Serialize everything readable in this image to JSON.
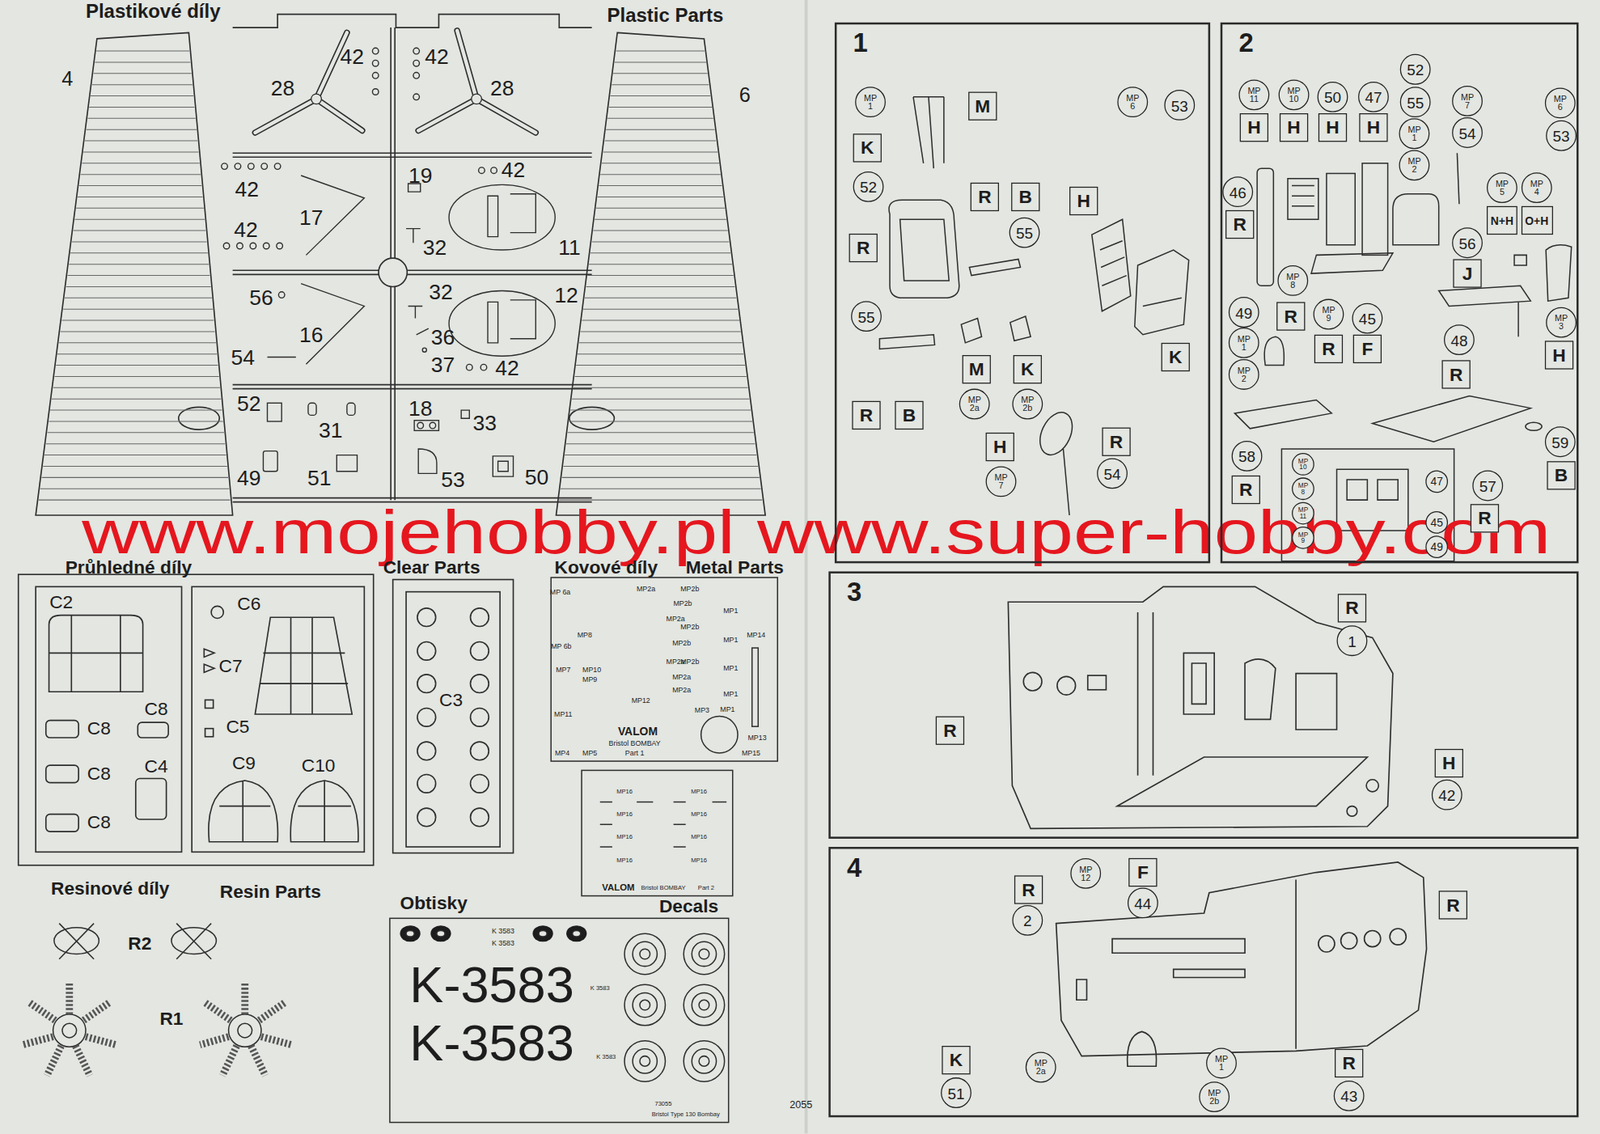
{
  "diagram": {
    "nodes": [
      {
        "text": [
          "1"
        ]
      },
      {
        "text": [
          "MP 1"
        ],
        "in": 0
      },
      {
        "text": [
          "M"
        ],
        "in": 0
      },
      {
        "text": [
          "K"
        ],
        "in": 0
      },
      {
        "text": [
          "52"
        ],
        "in": 0
      },
      {
        "text": [
          "R"
        ],
        "in": 0
      },
      {
        "text": [
          "R"
        ],
        "in": 0
      },
      {
        "text": [
          "B"
        ],
        "in": 0
      },
      {
        "text": [
          "55"
        ],
        "in": 0
      },
      {
        "text": [
          "H"
        ],
        "in": 0
      },
      {
        "text": [
          "MP 6"
        ],
        "in": 0
      },
      {
        "text": [
          "53"
        ],
        "in": 0
      },
      {
        "text": [
          "55"
        ],
        "in": 0
      },
      {
        "text": [
          "M"
        ],
        "in": 0
      },
      {
        "text": [
          "K"
        ],
        "in": 0
      },
      {
        "text": [
          "MP 2a"
        ],
        "in": 0
      },
      {
        "text": [
          "MP 2b"
        ],
        "in": 0
      },
      {
        "text": [
          "K"
        ],
        "in": 0
      },
      {
        "text": [
          "R"
        ],
        "in": 0
      },
      {
        "text": [
          "B"
        ],
        "in": 0
      },
      {
        "text": [
          "H"
        ],
        "in": 0
      },
      {
        "text": [
          "R"
        ],
        "in": 0
      },
      {
        "text": [
          "MP 7"
        ],
        "in": 0
      },
      {
        "text": [
          "54"
        ],
        "in": 0
      },
      {
        "text": [
          "2"
        ]
      },
      {
        "text": [
          "MP 11"
        ],
        "in": 24
      },
      {
        "text": [
          "MP 10"
        ],
        "in": 24
      },
      {
        "text": [
          "50"
        ],
        "in": 24
      },
      {
        "text": [
          "47"
        ],
        "in": 24
      },
      {
        "text": [
          "52"
        ],
        "in": 24
      },
      {
        "text": [
          "55"
        ],
        "in": 24
      },
      {
        "text": [
          "MP 1"
        ],
        "in": 24
      },
      {
        "text": [
          "MP 2"
        ],
        "in": 24
      },
      {
        "text": [
          "MP 7"
        ],
        "in": 24
      },
      {
        "text": [
          "54"
        ],
        "in": 24
      },
      {
        "text": [
          "MP 6"
        ],
        "in": 24
      },
      {
        "text": [
          "53"
        ],
        "in": 24
      },
      {
        "text": [
          "H"
        ],
        "in": 24
      },
      {
        "text": [
          "H"
        ],
        "in": 24
      },
      {
        "text": [
          "H"
        ],
        "in": 24
      },
      {
        "text": [
          "H"
        ],
        "in": 24
      },
      {
        "text": [
          "46"
        ],
        "in": 24
      },
      {
        "text": [
          "R"
        ],
        "in": 24
      },
      {
        "text": [
          "MP 5"
        ],
        "in": 24
      },
      {
        "text": [
          "MP 4"
        ],
        "in": 24
      },
      {
        "text": [
          "N+H"
        ],
        "in": 24
      },
      {
        "text": [
          "O+H"
        ],
        "in": 24
      },
      {
        "text": [
          "56"
        ],
        "in": 24
      },
      {
        "text": [
          "J"
        ],
        "in": 24
      },
      {
        "text": [
          "MP 8"
        ],
        "in": 24
      },
      {
        "text": [
          "R"
        ],
        "in": 24
      },
      {
        "text": [
          "MP 9"
        ],
        "in": 24
      },
      {
        "text": [
          "45"
        ],
        "in": 24
      },
      {
        "text": [
          "R"
        ],
        "in": 24
      },
      {
        "text": [
          "F"
        ],
        "in": 24
      },
      {
        "text": [
          "49"
        ],
        "in": 24
      },
      {
        "text": [
          "MP 1"
        ],
        "in": 24
      },
      {
        "text": [
          "MP 2"
        ],
        "in": 24
      },
      {
        "text": [
          "48"
        ],
        "in": 24
      },
      {
        "text": [
          "R"
        ],
        "in": 24
      },
      {
        "text": [
          "MP 3"
        ],
        "in": 24
      },
      {
        "text": [
          "H"
        ],
        "in": 24
      },
      {
        "text": [
          "58"
        ],
        "in": 24
      },
      {
        "text": [
          "R"
        ],
        "in": 24
      },
      {
        "text": [
          "MP 10"
        ],
        "in": 24
      },
      {
        "text": [
          "MP 8"
        ],
        "in": 24
      },
      {
        "text": [
          "MP 11"
        ],
        "in": 24
      },
      {
        "text": [
          "MP 9"
        ],
        "in": 24
      },
      {
        "text": [
          "47"
        ],
        "in": 24
      },
      {
        "text": [
          "45"
        ],
        "in": 24
      },
      {
        "text": [
          "49"
        ],
        "in": 24
      },
      {
        "text": [
          "57"
        ],
        "in": 24
      },
      {
        "text": [
          "R"
        ],
        "in": 24
      },
      {
        "text": [
          "59"
        ],
        "in": 24
      },
      {
        "text": [
          "B"
        ],
        "in": 24
      },
      {
        "text": [
          "3"
        ]
      },
      {
        "text": [
          "R"
        ],
        "in": 75
      },
      {
        "text": [
          "1"
        ],
        "in": 75
      },
      {
        "text": [
          "R"
        ],
        "in": 75
      },
      {
        "text": [
          "H"
        ],
        "in": 75
      },
      {
        "text": [
          "42"
        ],
        "in": 75
      },
      {
        "text": [
          "4"
        ]
      },
      {
        "text": [
          "R"
        ],
        "in": 81
      },
      {
        "text": [
          "2"
        ],
        "in": 81
      },
      {
        "text": [
          "MP 12"
        ],
        "in": 81
      },
      {
        "text": [
          "F"
        ],
        "in": 81
      },
      {
        "text": [
          "44"
        ],
        "in": 81
      },
      {
        "text": [
          "R"
        ],
        "in": 81
      },
      {
        "text": [
          "K"
        ],
        "in": 81
      },
      {
        "text": [
          "51"
        ],
        "in": 81
      },
      {
        "text": [
          "MP 2a"
        ],
        "in": 81
      },
      {
        "text": [
          "MP 1"
        ],
        "in": 81
      },
      {
        "text": [
          "MP 2b"
        ],
        "in": 81
      },
      {
        "text": [
          "R"
        ],
        "in": 81
      },
      {
        "text": [
          "43"
        ],
        "in": 81
      }
    ],
    "labels": [
      "Plastikové díly",
      "Plastic Parts",
      "4",
      "6",
      "28",
      "42",
      "42",
      "28",
      "42",
      "17",
      "19",
      "42",
      "42",
      "32",
      "11",
      "56",
      "32",
      "12",
      "16",
      "36",
      "54",
      "37",
      "42",
      "52",
      "31",
      "18",
      "33",
      "49",
      "51",
      "53",
      "50",
      "www.mojehobby.pl www.super-hobby.com",
      "Průhledné díly",
      "Clear Parts",
      "Kovové díly",
      "Metal Parts",
      "C2",
      "C6",
      "C7",
      "C8",
      "C8",
      "C5",
      "C8",
      "C4",
      "C9",
      "C10",
      "C8",
      "C3",
      "Resinové díly",
      "Resin Parts",
      "R2",
      "R1",
      "Obtisky",
      "Decals",
      "MP 6a",
      "MP 6b",
      "MP2a",
      "MP2b",
      "MP2b",
      "MP1",
      "MP2a",
      "MP2b",
      "MP2b",
      "MP1",
      "MP2a",
      "MP2b",
      "MP1",
      "MP2a",
      "MP2a",
      "MP1",
      "MP14",
      "MP8",
      "MP7",
      "MP10",
      "MP9",
      "MP11",
      "MP12",
      "MP3",
      "MP1",
      "MP13",
      "MP4",
      "MP5",
      "VALOM",
      "Bristol BOMBAY",
      "Part 1",
      "MP15",
      "MP16",
      "MP16",
      "MP16",
      "MP16",
      "MP16",
      "MP16",
      "MP16",
      "MP16",
      "VALOM",
      "Bristol BOMBAY",
      "Part 2",
      "K 3583",
      "K 3583",
      "K-3583",
      "K-3583",
      "K 3583",
      "K 3583",
      "73055",
      "Bristol Type 130 Bombay",
      "2055"
    ]
  }
}
